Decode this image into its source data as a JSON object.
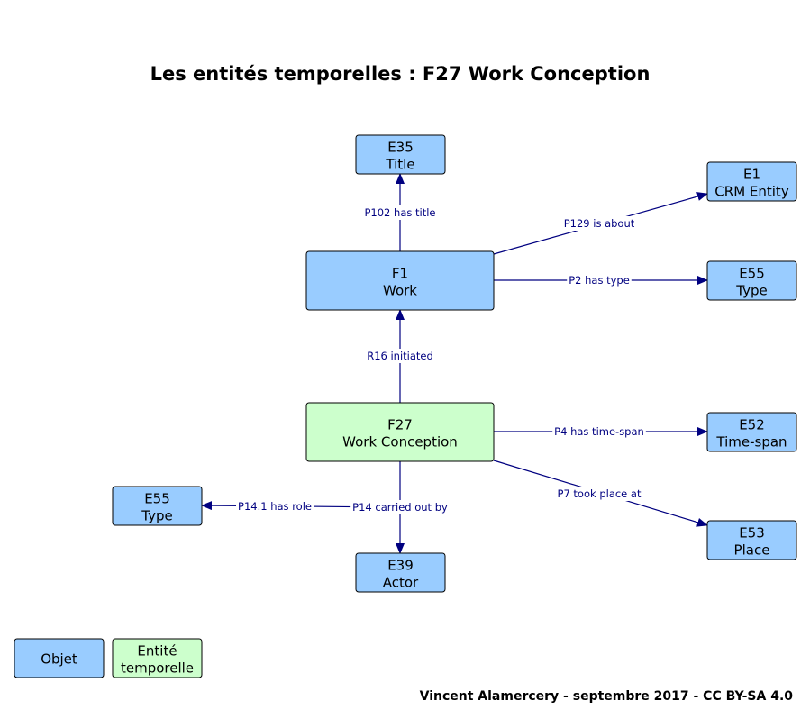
{
  "title": "Les entités temporelles : F27 Work Conception",
  "credit": "Vincent Alamercery - septembre 2017 - CC BY-SA 4.0",
  "colors": {
    "object": "#99ccff",
    "temporal": "#ccffcc",
    "edge": "#000080"
  },
  "nodes": [
    {
      "id": "e35",
      "code": "E35",
      "label": "Title",
      "kind": "object"
    },
    {
      "id": "e1",
      "code": "E1",
      "label": "CRM Entity",
      "kind": "object"
    },
    {
      "id": "f1",
      "code": "F1",
      "label": "Work",
      "kind": "object"
    },
    {
      "id": "e55a",
      "code": "E55",
      "label": "Type",
      "kind": "object"
    },
    {
      "id": "f27",
      "code": "F27",
      "label": "Work Conception",
      "kind": "temporal"
    },
    {
      "id": "e52",
      "code": "E52",
      "label": "Time-span",
      "kind": "object"
    },
    {
      "id": "e55b",
      "code": "E55",
      "label": "Type",
      "kind": "object"
    },
    {
      "id": "e53",
      "code": "E53",
      "label": "Place",
      "kind": "object"
    },
    {
      "id": "e39",
      "code": "E39",
      "label": "Actor",
      "kind": "object"
    }
  ],
  "edges": [
    {
      "id": "p102",
      "from": "f1",
      "to": "e35",
      "label": "P102 has title"
    },
    {
      "id": "p129",
      "from": "f1",
      "to": "e1",
      "label": "P129 is about"
    },
    {
      "id": "p2",
      "from": "f1",
      "to": "e55a",
      "label": "P2 has type"
    },
    {
      "id": "r16",
      "from": "f27",
      "to": "f1",
      "label": "R16 initiated"
    },
    {
      "id": "p4",
      "from": "f27",
      "to": "e52",
      "label": "P4 has time-span"
    },
    {
      "id": "p7",
      "from": "f27",
      "to": "e53",
      "label": "P7 took place at"
    },
    {
      "id": "p14",
      "from": "f27",
      "to": "e39",
      "label": "P14 carried out by"
    },
    {
      "id": "p14_1",
      "from": "p14",
      "to": "e55b",
      "label": "P14.1 has role"
    }
  ],
  "legend": [
    {
      "id": "objet",
      "label": "Objet",
      "kind": "object"
    },
    {
      "id": "temporelle",
      "label": "Entité temporelle",
      "kind": "temporal"
    }
  ]
}
